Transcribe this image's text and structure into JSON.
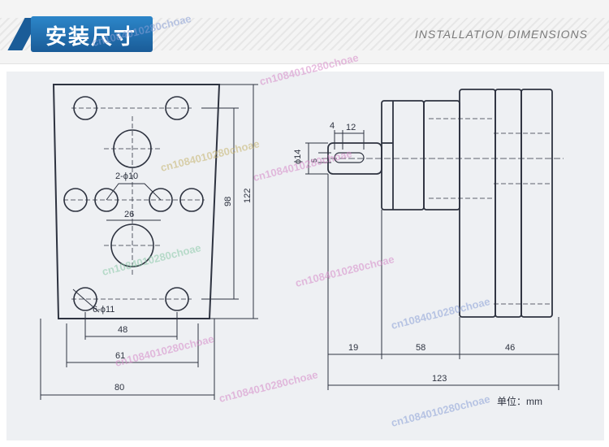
{
  "header": {
    "title": "安装尺寸",
    "subtitle": "INSTALLATION DIMENSIONS"
  },
  "drawing": {
    "labels": {
      "hole_small": "2-ϕ10",
      "hole_large": "6-ϕ11",
      "dim_26": "26",
      "dim_48": "48",
      "dim_61": "61",
      "dim_80": "80",
      "dim_98": "98",
      "dim_122": "122",
      "dim_4": "4",
      "dim_12": "12",
      "dim_14": "ϕ14",
      "dim_5": "5",
      "dim_19": "19",
      "dim_58": "58",
      "dim_46": "46",
      "dim_123": "123"
    },
    "unit": "单位：mm"
  },
  "watermark": {
    "text": "cn1084010280choae",
    "colors": [
      "#8aa0d6",
      "#d68ac8",
      "#8ac9a7",
      "#c5b36b"
    ]
  },
  "colors": {
    "badge_blue": "#1f6fb2",
    "line": "#2e3340",
    "paper": "#eef0f3"
  }
}
